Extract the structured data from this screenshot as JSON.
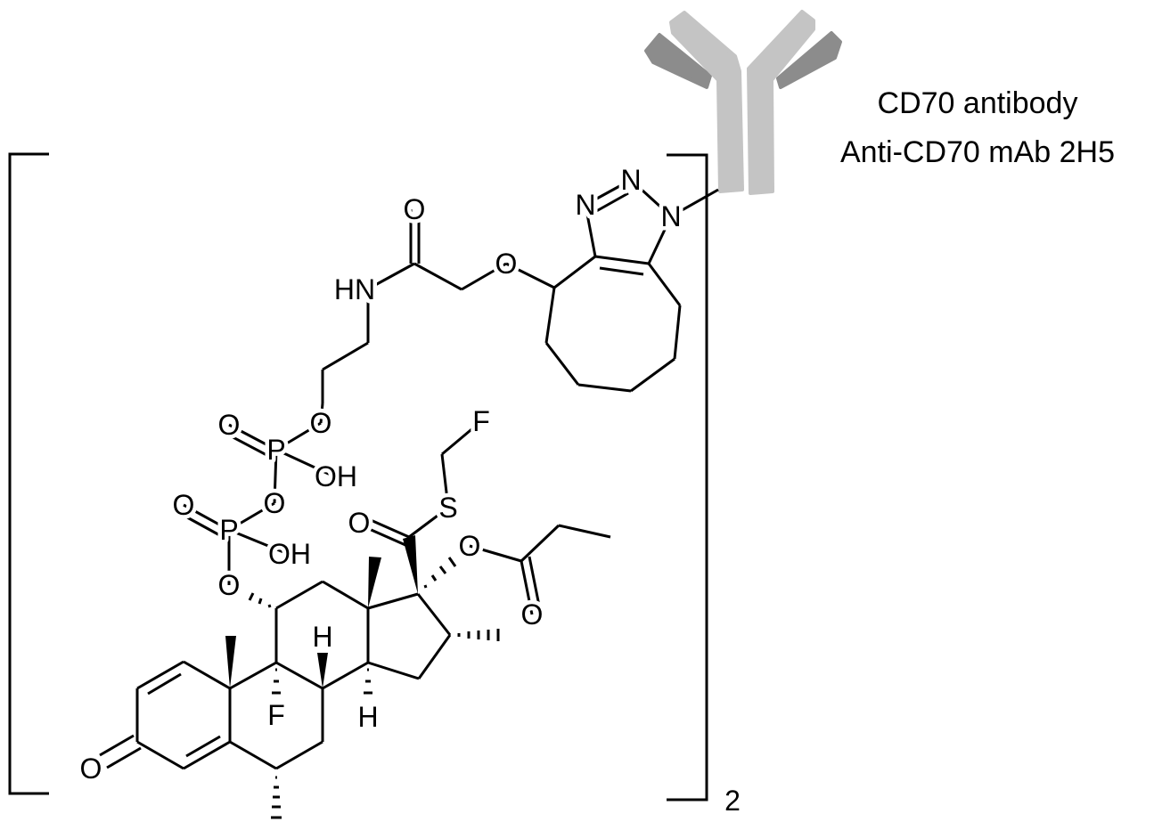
{
  "caption": {
    "line1": "CD70 antibody",
    "line2": "Anti-CD70 mAb 2H5"
  },
  "bracket_subscript": "2",
  "colors": {
    "heavy_chain": "#c4c4c4",
    "light_chain": "#8c8c8c",
    "bond": "#000000"
  },
  "labels": {
    "o_ketone": "O",
    "f_9": "F",
    "h_8": "H",
    "h_14": "H",
    "o_11": "O",
    "p_lower": "P",
    "o_lower_double": "O",
    "oh_lower": "OH",
    "o_bridge": "O",
    "p_upper": "P",
    "o_upper_double": "O",
    "oh_upper": "OH",
    "o_upper_ester": "O",
    "hn_amide": "HN",
    "o_amide": "O",
    "o_ether": "O",
    "n3": "N",
    "n2": "N",
    "n1": "N",
    "o_thioester": "O",
    "s": "S",
    "f_fluoromethyl": "F",
    "o_17": "O",
    "o_propionate": "O"
  }
}
